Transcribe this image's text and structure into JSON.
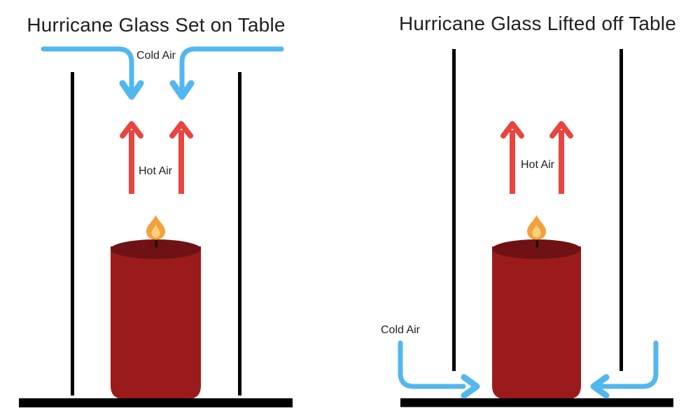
{
  "colors": {
    "cold_air_blue": "#53b7ef",
    "hot_air_red": "#e94540",
    "glass_black": "#000000",
    "table_black": "#000000",
    "candle_body_red": "#9b1b1c",
    "candle_top_red": "#701215",
    "flame_outer_orange": "#f2a13c",
    "flame_inner_yellow": "#fad07d",
    "wick_black": "#1a1208",
    "text_black": "#1f1f1f"
  },
  "left_panel": {
    "title": "Hurricane Glass Set on Table",
    "cold_air_label": "Cold Air",
    "hot_air_label": "Hot Air"
  },
  "right_panel": {
    "title": "Hurricane Glass Lifted off Table",
    "cold_air_label": "Cold Air",
    "hot_air_label": "Hot Air"
  }
}
